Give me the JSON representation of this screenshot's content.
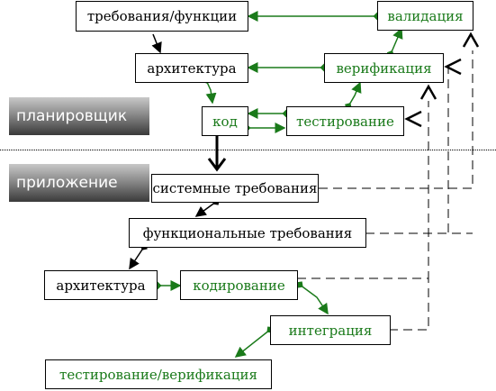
{
  "labels": {
    "planner": "планировщик",
    "application": "приложение"
  },
  "nodes": {
    "requirements_functions": "требования/функции",
    "validation": "валидация",
    "architecture_top": "архитектура",
    "verification": "верификация",
    "code": "код",
    "testing": "тестирование",
    "system_requirements": "системные требования",
    "functional_requirements": "функциональные требования",
    "architecture_bottom": "архитектура",
    "coding": "кодирование",
    "integration": "интеграция",
    "testing_verification": "тестирование/верификация"
  },
  "colors": {
    "green": "#1a7a1a",
    "black": "#000000"
  }
}
